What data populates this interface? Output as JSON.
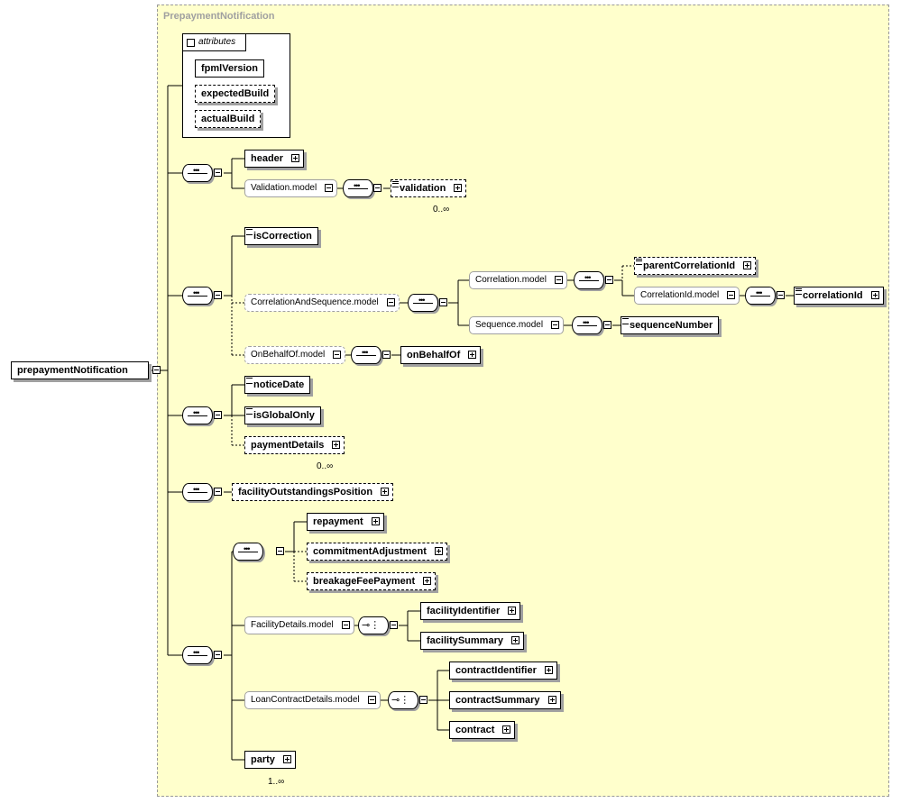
{
  "diagram_title": "PrepaymentNotification",
  "root": "prepaymentNotification",
  "attributes_label": "attributes",
  "attributes": [
    "fpmlVersion",
    "expectedBuild",
    "actualBuild"
  ],
  "groups": {
    "g1": {
      "header": "header",
      "validation_model": "Validation.model",
      "validation": "validation",
      "validation_card": "0..∞"
    },
    "g2": {
      "is_correction": "isCorrection",
      "corr_seq_model": "CorrelationAndSequence.model",
      "correlation_model": "Correlation.model",
      "parent_correlation_id": "parentCorrelationId",
      "correlation_id_model": "CorrelationId.model",
      "correlation_id": "correlationId",
      "sequence_model": "Sequence.model",
      "sequence_number": "sequenceNumber",
      "on_behalf_of_model": "OnBehalfOf.model",
      "on_behalf_of": "onBehalfOf"
    },
    "g3": {
      "notice_date": "noticeDate",
      "is_global_only": "isGlobalOnly",
      "payment_details": "paymentDetails",
      "payment_details_card": "0..∞"
    },
    "g4": {
      "facility_outstandings_position": "facilityOutstandingsPosition"
    },
    "g5": {
      "repayment": "repayment",
      "commitment_adjustment": "commitmentAdjustment",
      "breakage_fee_payment": "breakageFeePayment",
      "facility_details_model": "FacilityDetails.model",
      "facility_identifier": "facilityIdentifier",
      "facility_summary": "facilitySummary",
      "loan_contract_details_model": "LoanContractDetails.model",
      "contract_identifier": "contractIdentifier",
      "contract_summary": "contractSummary",
      "contract": "contract",
      "party": "party",
      "party_card": "1..∞"
    }
  }
}
